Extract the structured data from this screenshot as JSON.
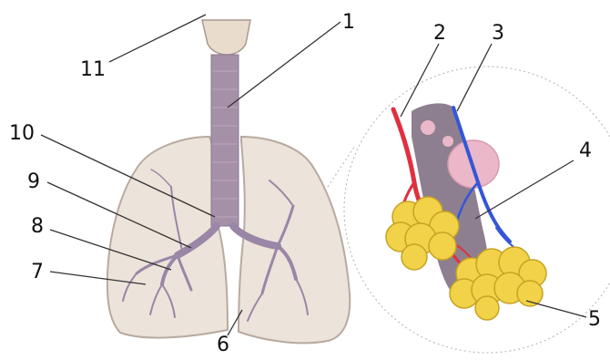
{
  "diagram": {
    "labels": [
      {
        "id": "1",
        "text": "1"
      },
      {
        "id": "2",
        "text": "2"
      },
      {
        "id": "3",
        "text": "3"
      },
      {
        "id": "4",
        "text": "4"
      },
      {
        "id": "5",
        "text": "5"
      },
      {
        "id": "6",
        "text": "6"
      },
      {
        "id": "7",
        "text": "7"
      },
      {
        "id": "8",
        "text": "8"
      },
      {
        "id": "9",
        "text": "9"
      },
      {
        "id": "10",
        "text": "10"
      },
      {
        "id": "11",
        "text": "11"
      }
    ]
  },
  "colors": {
    "lung_fill": "#ece3da",
    "lung_stroke": "#b8aaa0",
    "trachea": "#a590a8",
    "bronchi": "#9a86a6",
    "artery": "#e03040",
    "vein": "#3456d8",
    "alveoli": "#f2d248",
    "capillary_bg": "#eab8c8",
    "leader_line": "#333333",
    "inset_circle": "#bdbdbd"
  },
  "icons": [
    "lungs-illustration",
    "trachea",
    "larynx",
    "bronchial-tree",
    "alveoli-inset"
  ]
}
